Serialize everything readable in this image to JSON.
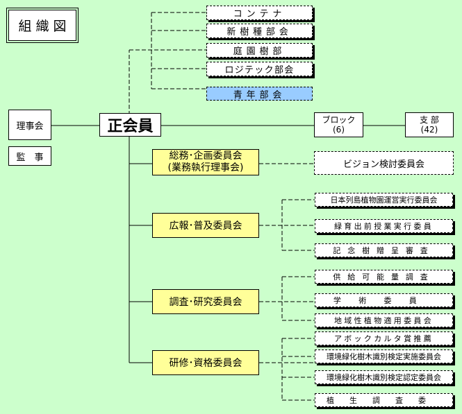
{
  "title": "組 織 図",
  "board": "理事会",
  "auditor": "監　事",
  "main": "正会員",
  "top_units": [
    "コンテナ",
    "新樹種部会",
    "庭園樹部",
    "ロジテック部会",
    "青年部会"
  ],
  "block": {
    "name": "ブロック",
    "count": "(6)"
  },
  "branch": {
    "name": "支 部",
    "count": "(42)"
  },
  "committees": [
    {
      "line1": "総務･企画委員会",
      "line2": "(業務執行理事会)"
    },
    {
      "line1": "広報･普及委員会"
    },
    {
      "line1": "調査･研究委員会"
    },
    {
      "line1": "研修･資格委員会"
    }
  ],
  "vision": "ビジョン検討委員会",
  "sub_pr": [
    "日本列島植物園運営実行委員会",
    "緑育出前授業実行委員",
    "記念樹贈呈審査"
  ],
  "sub_research": [
    "供給可能量調査",
    "学術委員",
    "地域性植物適用委員会"
  ],
  "sub_training": [
    "アボックカルタ賞推薦",
    "環境緑化樹木識別検定実施委員会",
    "環境緑化樹木識別検定認定委員会",
    "植生調査委"
  ],
  "colors": {
    "background": "#ccffcc",
    "committee": "#ffff99",
    "youth": "#99ccff"
  }
}
